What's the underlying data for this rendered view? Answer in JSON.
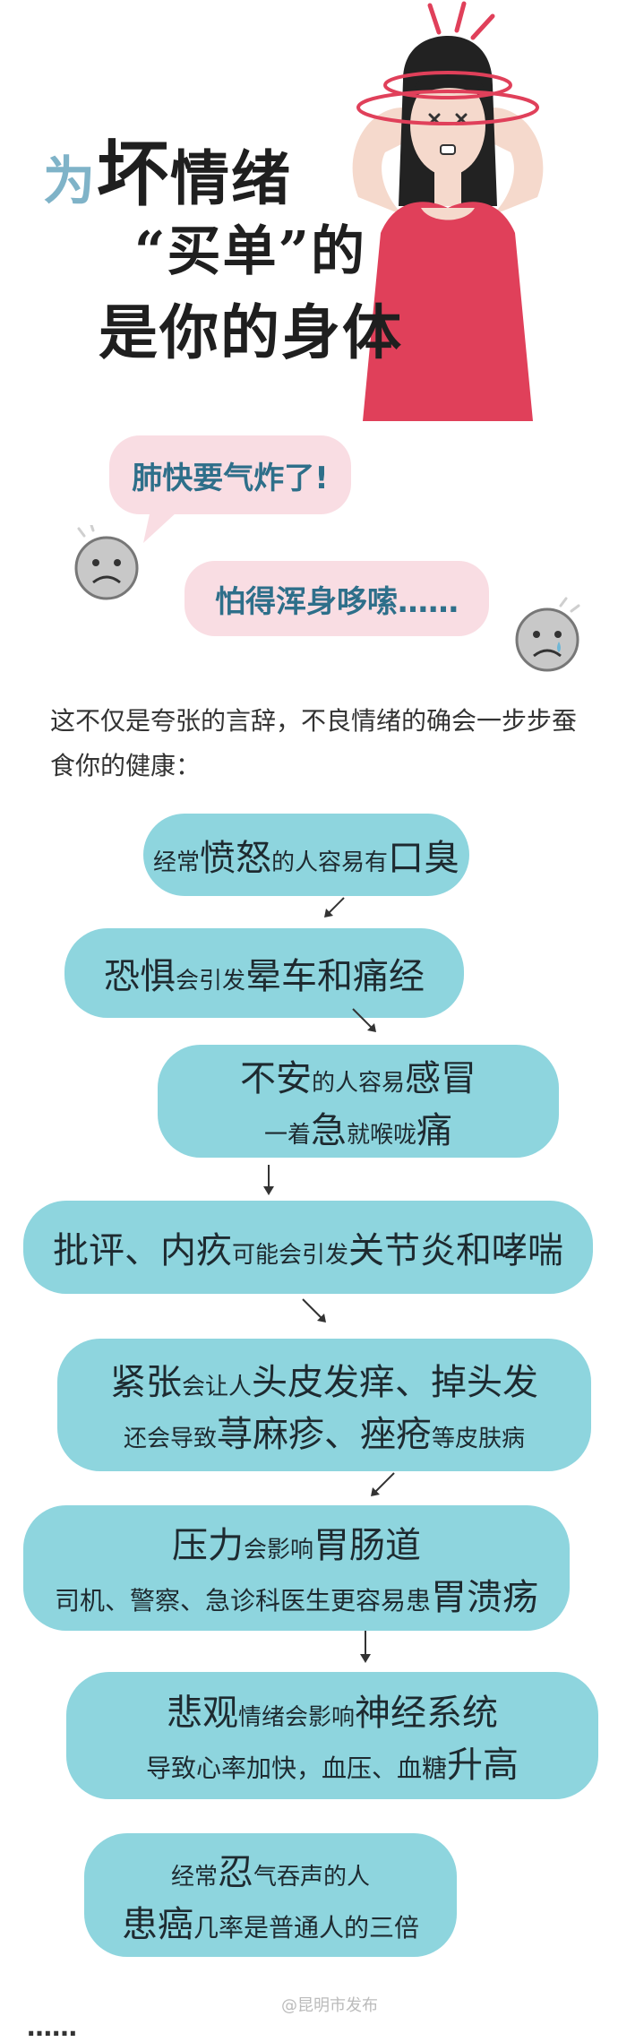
{
  "title": {
    "line1_a": "为",
    "line1_b": "坏",
    "line1_c": "情绪",
    "line2": "“买单”的",
    "line3": "是你的身体"
  },
  "bubbles": [
    {
      "text": "肺快要气炸了!"
    },
    {
      "text": "怕得浑身哆嗦……"
    }
  ],
  "intro": "这不仅是夸张的言辞，不良情绪的确会一步步蚕食你的健康：",
  "pills": [
    {
      "lines": [
        [
          {
            "t": "经常",
            "s": "sm"
          },
          {
            "t": "愤怒",
            "s": "big"
          },
          {
            "t": "的人容易有",
            "s": "sm"
          },
          {
            "t": "口臭",
            "s": "big"
          }
        ]
      ]
    },
    {
      "lines": [
        [
          {
            "t": "恐惧",
            "s": "big"
          },
          {
            "t": "会引发",
            "s": "sm"
          },
          {
            "t": "晕车和痛经",
            "s": "big"
          }
        ]
      ]
    },
    {
      "lines": [
        [
          {
            "t": "不安",
            "s": "big"
          },
          {
            "t": "的人容易",
            "s": "sm"
          },
          {
            "t": "感冒",
            "s": "big"
          }
        ],
        [
          {
            "t": "一着",
            "s": "sm"
          },
          {
            "t": "急",
            "s": "big"
          },
          {
            "t": "就喉咙",
            "s": "sm"
          },
          {
            "t": "痛",
            "s": "big"
          }
        ]
      ]
    },
    {
      "lines": [
        [
          {
            "t": "批评、内疚",
            "s": "big"
          },
          {
            "t": "可能会引发",
            "s": "sm"
          },
          {
            "t": "关节炎和哮喘",
            "s": "big"
          }
        ]
      ]
    },
    {
      "lines": [
        [
          {
            "t": "紧张",
            "s": "big"
          },
          {
            "t": "会让人",
            "s": "sm"
          },
          {
            "t": "头皮发痒、掉头发",
            "s": "big"
          }
        ],
        [
          {
            "t": "还会导致",
            "s": "sm"
          },
          {
            "t": "荨麻疹、痤疮",
            "s": "big"
          },
          {
            "t": "等皮肤病",
            "s": "sm"
          }
        ]
      ]
    },
    {
      "lines": [
        [
          {
            "t": "压力",
            "s": "big"
          },
          {
            "t": "会影响",
            "s": "sm"
          },
          {
            "t": "胃肠道",
            "s": "big"
          }
        ],
        [
          {
            "t": "司机、警察、急诊科医生更容易患",
            "s": "mid"
          },
          {
            "t": "胃溃疡",
            "s": "big"
          }
        ]
      ]
    },
    {
      "lines": [
        [
          {
            "t": "悲观",
            "s": "big"
          },
          {
            "t": "情绪会影响",
            "s": "sm"
          },
          {
            "t": "神经系统",
            "s": "big"
          }
        ],
        [
          {
            "t": "导致心率加快，血压、血糖",
            "s": "mid"
          },
          {
            "t": "升高",
            "s": "big"
          }
        ]
      ]
    },
    {
      "lines": [
        [
          {
            "t": "经常",
            "s": "sm"
          },
          {
            "t": "忍",
            "s": "big"
          },
          {
            "t": "气吞声的人",
            "s": "sm"
          }
        ],
        [
          {
            "t": "患癌",
            "s": "big"
          },
          {
            "t": "几率是普通人的三倍",
            "s": "mid"
          }
        ]
      ]
    }
  ],
  "watermark": "@昆明市发布",
  "bottom_partial": "……",
  "colors": {
    "pill": "#8ed5de",
    "bubble": "#f9dde3",
    "bubble_text": "#2e6f8a",
    "accent_blue": "#7fb3c8",
    "dress": "#e0405a"
  }
}
